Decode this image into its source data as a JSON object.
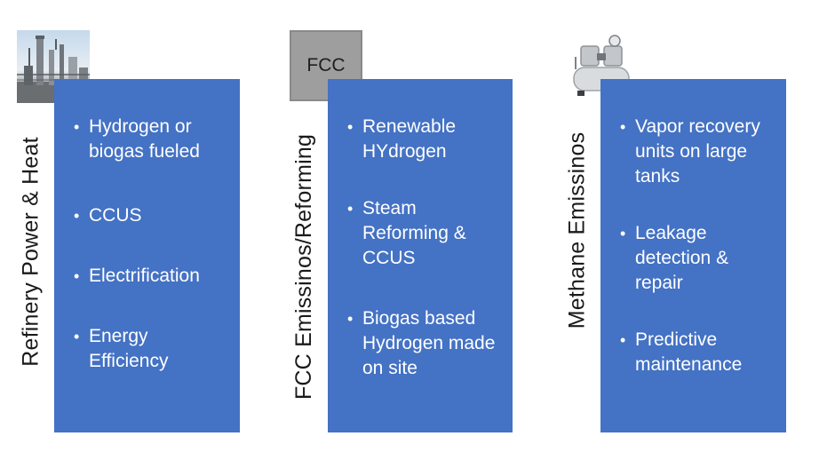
{
  "columns": [
    {
      "label": "Refinery Power & Heat",
      "icon": "refinery-image-icon",
      "bullets": [
        "Hydrogen or biogas fueled",
        "CCUS",
        "Electrification",
        "Energy Efficiency"
      ]
    },
    {
      "label": "FCC Emissinos/Reforming",
      "icon_text": "FCC",
      "bullets": [
        "Renewable HYdrogen",
        "Steam Reforming & CCUS",
        "Biogas based Hydrogen made on site"
      ]
    },
    {
      "label": "Methane Emissinos",
      "icon": "air-compressor-image-icon",
      "bullets": [
        "Vapor recovery units on large tanks",
        "Leakage detection & repair",
        "Predictive maintenance"
      ]
    }
  ],
  "colors": {
    "panel": "#4472c4",
    "panel_text": "#ffffff",
    "label_text": "#1a1a1a"
  }
}
